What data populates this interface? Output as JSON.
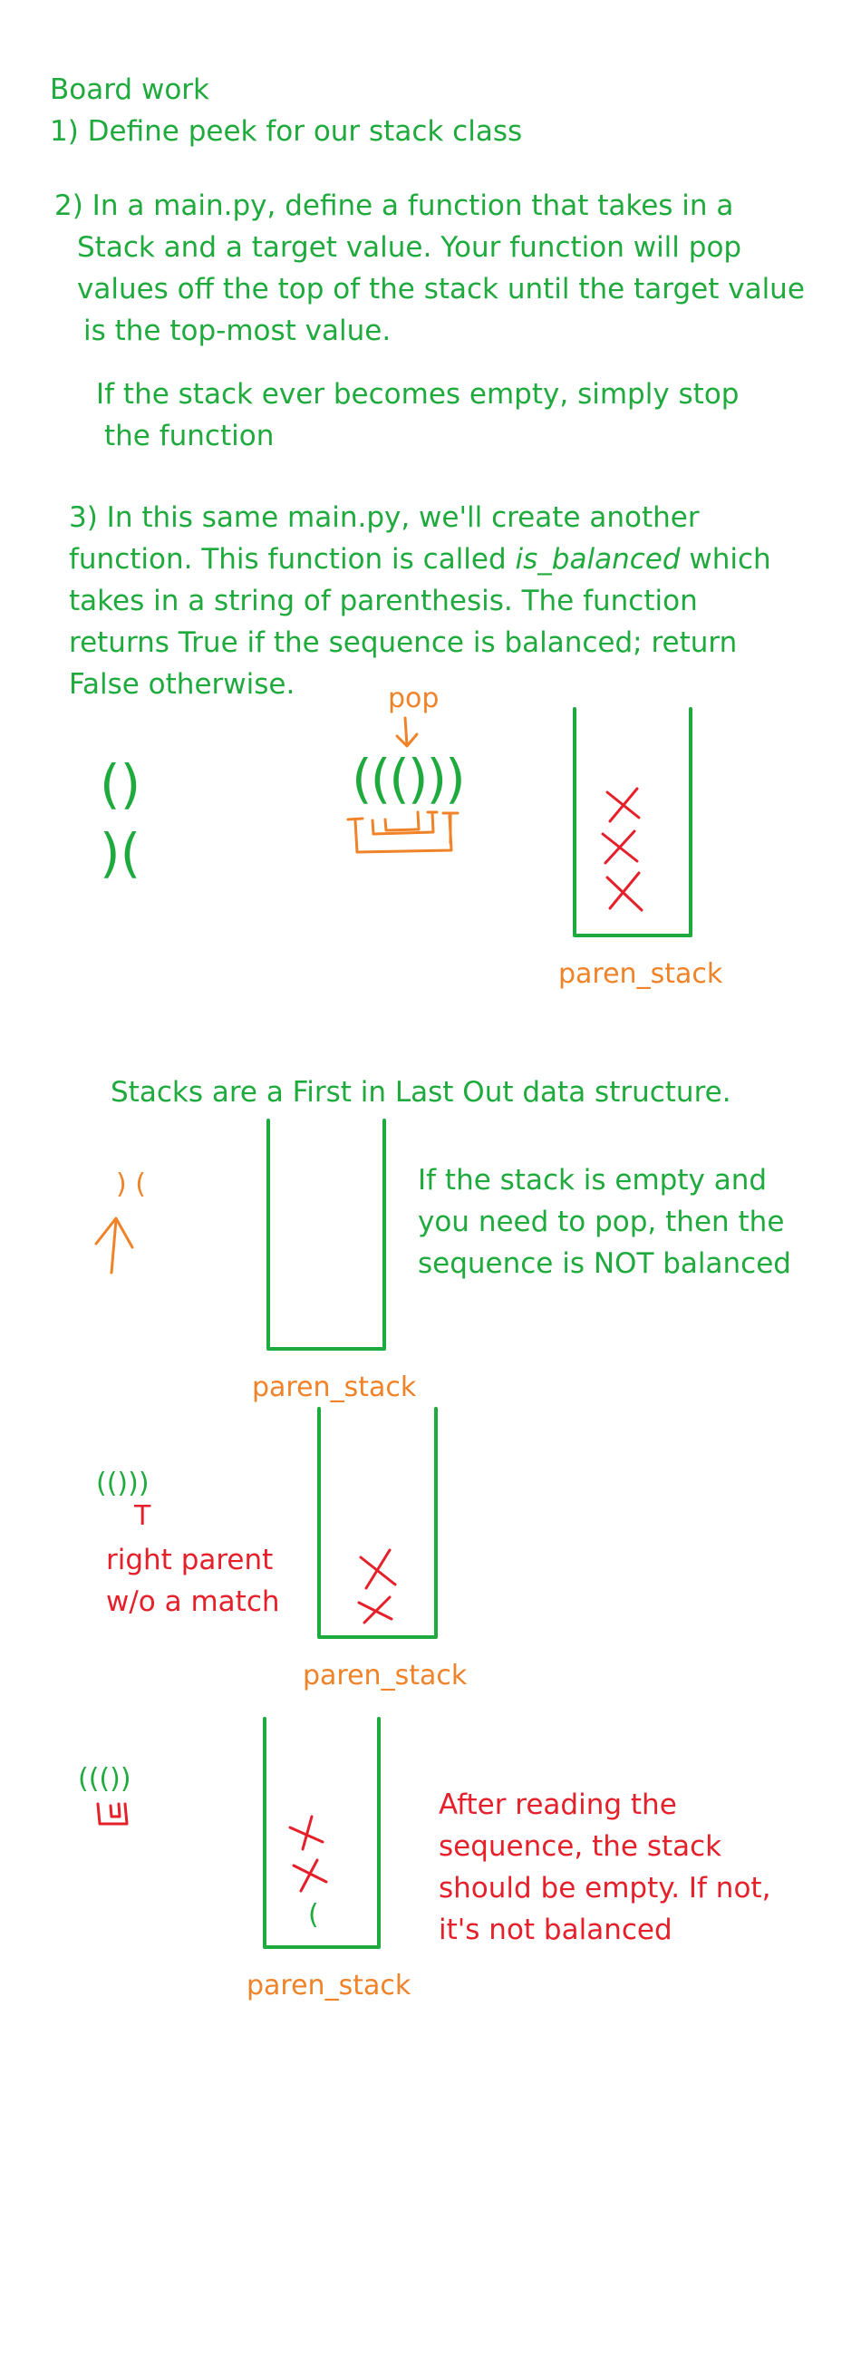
{
  "board_title": "Board work",
  "task1": "1) Define peek for our stack class",
  "task2": {
    "lines": [
      "2) In a main.py, define a function that takes in a",
      "Stack and a target value. Your function will pop",
      "values off the top of the stack until the target value",
      "is the top-most value."
    ],
    "note_lines": [
      "If the stack ever becomes empty, simply stop",
      "the function"
    ]
  },
  "task3": {
    "line1": "3) In this same main.py, we'll create another",
    "line2_before": "function. This function is called ",
    "line2_emph": "is_balanced",
    "line2_after": " which",
    "line3": "takes in a string of parenthesis.  The function",
    "line4": "returns True if the sequence is balanced; return",
    "line5": "False otherwise."
  },
  "sketch1": {
    "example_balanced": "()",
    "example_unbalanced": ")(",
    "pop_label": "pop",
    "nested_expr": "((()))",
    "stack_label": "paren_stack"
  },
  "stack_fact": "Stacks are a First in Last Out data structure.",
  "sketch2": {
    "expr": ") (",
    "stack_label": "paren_stack",
    "note_lines": [
      "If the stack is empty and",
      "you need to pop, then the",
      "sequence is NOT balanced"
    ]
  },
  "sketch3": {
    "expr": "(()))",
    "marker": "T",
    "note_lines": [
      "right parent",
      "w/o a match"
    ],
    "stack_label": "paren_stack"
  },
  "sketch4": {
    "expr": "((())",
    "stack_item": "(",
    "note_lines": [
      "After reading the",
      "sequence, the stack",
      "should be empty. If not,",
      "it's not balanced"
    ],
    "stack_label": "paren_stack"
  },
  "colors": {
    "green": "#1faa3d",
    "orange": "#f08228",
    "red": "#e5202a"
  }
}
